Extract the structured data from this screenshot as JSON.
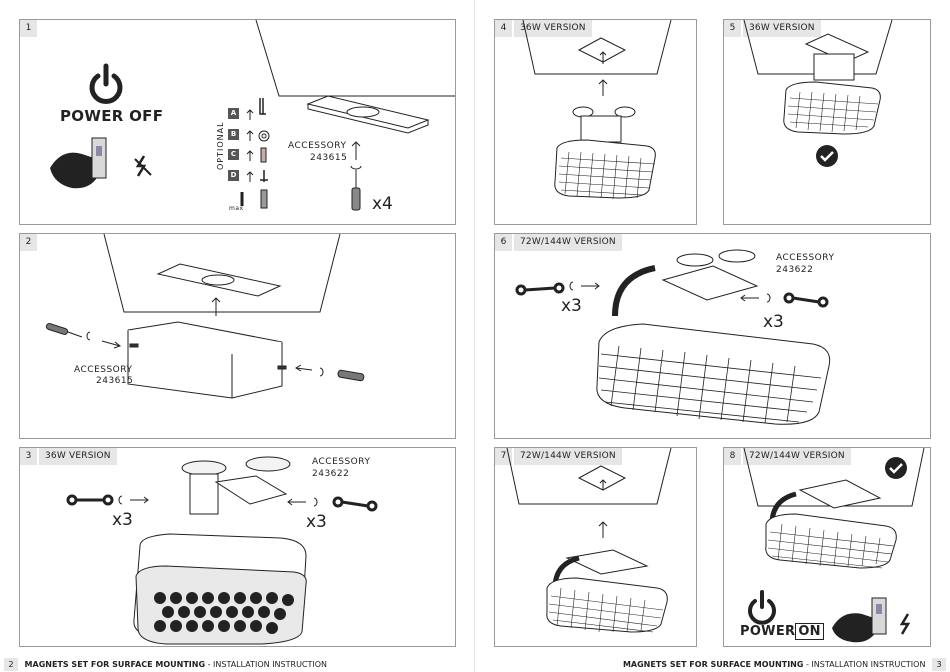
{
  "footer": {
    "left_page_number": "2",
    "right_page_number": "3",
    "title_bold": "MAGNETS SET FOR SURFACE MOUNTING",
    "title_rest": " - INSTALLATION INSTRUCTION"
  },
  "panels": {
    "p1": {
      "step": "1",
      "power": "POWER OFF",
      "optional": "OPTIONAL",
      "letters": [
        "A",
        "B",
        "C",
        "D"
      ],
      "max": "max",
      "accessory": "ACCESSORY",
      "code": "243615",
      "count": "x4"
    },
    "p2": {
      "step": "2",
      "accessory": "ACCESSORY",
      "code": "243615"
    },
    "p3": {
      "step": "3",
      "version": "36W VERSION",
      "accessory": "ACCESSORY",
      "code": "243622",
      "count_left": "x3",
      "count_right": "x3"
    },
    "p4": {
      "step": "4",
      "version": "36W VERSION"
    },
    "p5": {
      "step": "5",
      "version": "36W VERSION"
    },
    "p6": {
      "step": "6",
      "version": "72W/144W VERSION",
      "accessory": "ACCESSORY",
      "code": "243622",
      "count_left": "x3",
      "count_right": "x3"
    },
    "p7": {
      "step": "7",
      "version": "72W/144W VERSION"
    },
    "p8": {
      "step": "8",
      "version": "72W/144W VERSION",
      "power": "POWER",
      "power_on": "ON"
    }
  },
  "colors": {
    "panel_border": "#9a9a9a",
    "label_bg": "#e6e6e6",
    "ink": "#222222"
  }
}
